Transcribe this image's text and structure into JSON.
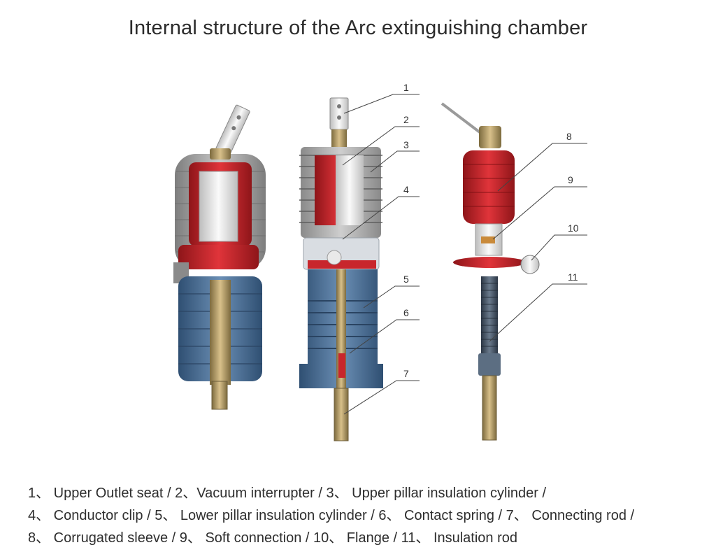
{
  "title": "Internal structure of the Arc extinguishing chamber",
  "callouts": [
    "1",
    "2",
    "3",
    "4",
    "5",
    "6",
    "7",
    "8",
    "9",
    "10",
    "11"
  ],
  "legend": {
    "line1": "1、 Upper Outlet seat  / 2、Vacuum interrupter / 3、 Upper pillar insulation cylinder /",
    "line2": "4、 Conductor clip / 5、 Lower pillar insulation cylinder / 6、 Contact spring / 7、 Connecting rod /",
    "line3": "8、 Corrugated sleeve / 9、 Soft connection / 10、 Flange / 11、 Insulation rod"
  },
  "colors": {
    "red": "#c8262c",
    "grey": "#9a9a9a",
    "blue": "#4a6d92",
    "brass": "#b89a5a",
    "silver": "#e6e6e6"
  }
}
